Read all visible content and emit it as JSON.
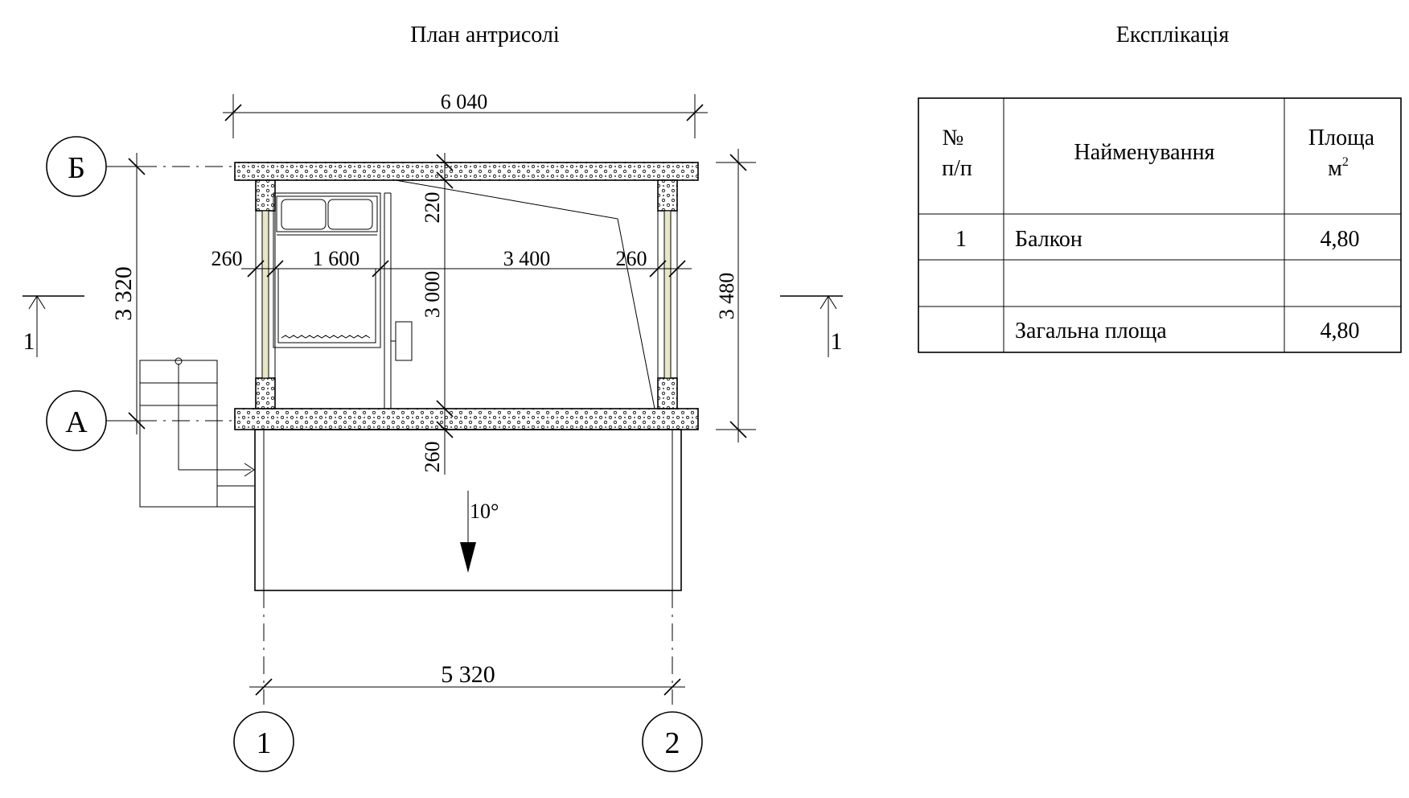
{
  "plan": {
    "title": "План антрисолі",
    "dims": {
      "overall_top": "6 040",
      "left_vert": "3 320",
      "right_vert": "3 480",
      "wall_left": "260",
      "bed_width": "1 600",
      "room_width": "3 400",
      "wall_right": "260",
      "top_wall": "220",
      "room_depth": "3 000",
      "bottom_wall": "260",
      "bottom_overall": "5 320"
    },
    "axes": {
      "b": "Б",
      "a": "А",
      "one": "1",
      "two": "2"
    },
    "section_marks": {
      "left": "1",
      "right": "1"
    },
    "slope": "10°"
  },
  "explication": {
    "title": "Експлікація",
    "headers": {
      "num_line1": "№",
      "num_line2": "п/п",
      "name": "Найменування",
      "area_line1": "Площа",
      "area_unit": "м",
      "area_sup": "2"
    },
    "rows": [
      {
        "num": "1",
        "name": "Балкон",
        "area": "4,80"
      },
      {
        "num": "",
        "name": "",
        "area": ""
      },
      {
        "num": "",
        "name": "Загальна площа",
        "area": "4,80"
      }
    ]
  }
}
